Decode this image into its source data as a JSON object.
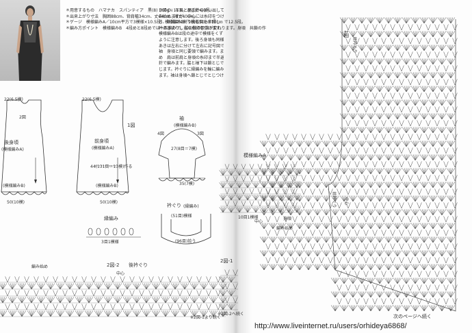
{
  "materials": {
    "lines": [
      "＊用意するもの　ハマナカ　スパンティア　黒(8) 260g＝11玉。かぎ針4/0号。",
      "＊出来上がり寸法　胸囲88cm、背肩幅34cm、丈64cm、袖丈40cm。",
      "＊ゲージ　模様編みA／10cm平方で3模様×10.5段、模様編みB／1模様5cm×10cm で12.5段。",
      "＊編み方ポイント　模様編みB　4段めと8段めでは一玉編みで、脇の数の目数が変わります。身頃　共鎖の作"
    ]
  },
  "instructions": {
    "lines": [
      "り目の、半目と裏山から拾い出して",
      "み始めますが、中心には糸印をつけて",
      "き、各減目は割り出し図を参照し、",
      "衿あきまりしたら糸印をつけます。",
      "模様編みBは段の途中で模様をくずさ",
      "ように注意します。後ろ身頃も同様に",
      "あきは左右に分けて左右に記号図で。",
      "袖　身頃と同じ要領で編みます。まと",
      "め　肩は前肩と身頃の糸印まで半返し",
      "針で編みます。脇と袖下は鎖とじでと",
      "じます。衿ぐりに縁編みを輪に編み、",
      "ます。袖は身頃へ鎖とじでとじつけます。"
    ]
  },
  "pieces": {
    "back": {
      "title": "後身頃",
      "pattern_a": "(模様編みA)",
      "pattern_b": "(模様編みB)",
      "width_top": "22(6.5模)",
      "width_bottom": "50(10模)",
      "side_label": "2図"
    },
    "front": {
      "title": "前身頃",
      "pattern_a": "(模様編みA)",
      "pattern_b": "(模様編みB)",
      "width_top": "22(6.5模)",
      "width_bottom": "50(10模)",
      "chest": "44(131目＝13模)作る",
      "side_label": "1図"
    },
    "sleeve": {
      "title": "袖",
      "subtitle": "(模様編みB)",
      "width": "35(7模)",
      "cuff": "27(8目＝7模)",
      "left_label": "4図",
      "right_label": "3図"
    },
    "edging": {
      "title": "縁編み",
      "count": "3目1模様"
    },
    "neckline": {
      "title": "衿ぐり",
      "subtitle": "(縁編み)",
      "inner": "(51目)模様",
      "outer": "(96目)拾う"
    }
  },
  "charts": {
    "left_bottom": {
      "title": "2図-2",
      "subtitle": "後衿ぐり",
      "center": "中心",
      "mark1": "編み始め",
      "note": "※2図-1より続く"
    },
    "middle": {
      "title": "2図-1",
      "pattern": "模様編みA",
      "label1": "10目1模様",
      "label2": "中心",
      "label3": "身頃",
      "label4": "編み始め",
      "note": "※2図-2へ続く"
    },
    "right": {
      "title": "1図",
      "subtitle": "前衿ぐり",
      "center": "中心",
      "armhole": "前衿ぐり"
    }
  },
  "footer": {
    "next": "次のページへ続く",
    "url": "http://www.liveinternet.ru/users/orhideya6868/"
  }
}
